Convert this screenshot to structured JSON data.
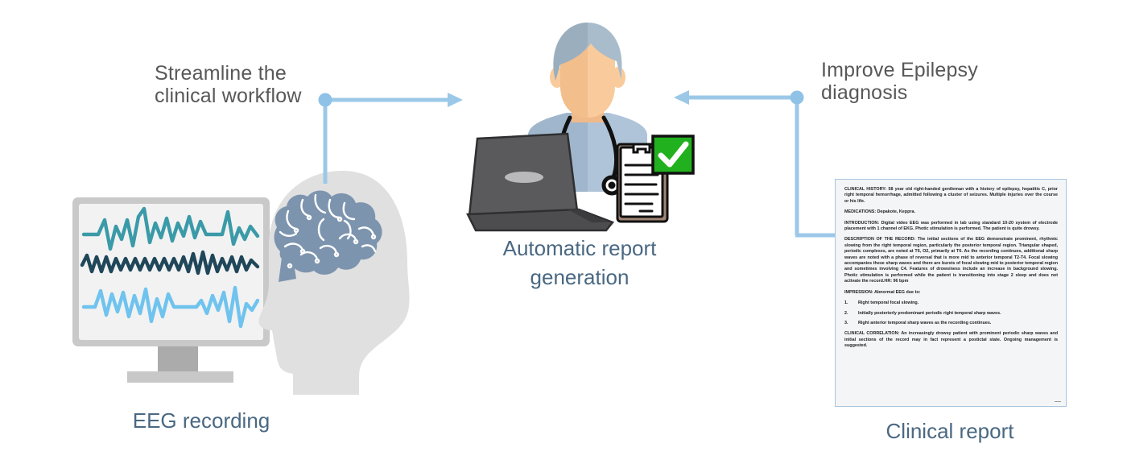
{
  "diagram": {
    "title_flow": "EEG to automatic clinical report generation",
    "colors": {
      "connector": "#9CC8E8",
      "caption_text": "#4A6882",
      "label_text": "#585858",
      "brain": "#7D94AE",
      "head": "#E0E0E0",
      "wave_teal": "#3A9AA8",
      "wave_navy": "#1F4659",
      "wave_lightblue": "#6FC3EE",
      "check_green": "#22B11E",
      "laptop": "#5A5A5C",
      "scrubs": "#AFC4D8",
      "skin": "#F9CB9C",
      "hair": "#A9BCCB",
      "report_border": "#A9C4DE",
      "report_bg": "#F3F5F7"
    }
  },
  "labels": {
    "streamline": "Streamline the\nclinical workflow",
    "improve": "Improve Epilepsy\ndiagnosis"
  },
  "captions": {
    "eeg": "EEG recording",
    "automatic": "Automatic report\ngeneration",
    "report": "Clinical report"
  },
  "icons": {
    "laptop": "laptop-icon",
    "clipboard": "clipboard-icon",
    "check_badge": "check-badge-icon",
    "brain": "brain-icon",
    "head": "head-silhouette-icon",
    "monitor": "monitor-icon",
    "doctor": "doctor-avatar-icon",
    "stethoscope": "stethoscope-icon",
    "arrow_right": "arrow-right-icon",
    "arrow_left": "arrow-left-icon"
  },
  "report": {
    "paragraphs": [
      "CLINICAL HISTORY: 58 year old right-handed gentleman with a history of epilepsy, hepatitis C, prior right temporal hemorrhage, admitted following a cluster of seizures. Multiple injuries over the course or his life.",
      "MEDICATIONS: Depakote, Keppra.",
      "INTRODUCTION: Digital video EEG was performed in lab using standard 10-20 system of electrode placement with 1 channel of EKG. Photic stimulation is performed. The patient is quite drowsy.",
      "DESCRIPTION OF THE RECORD: The initial sections of the EEG demonstrate prominent, rhythmic slowing from the right temporal region, particularly the posterior temporal region. Triangular shaped, periodic complexes, are noted at T6, O2, primarily at T6. As the recording continues, additional sharp waves are noted with a phase of reversal that is more mid to anterior temporal T2-T4. Focal slowing accompanies these sharp waves and there are bursts of focal slowing mid to posterior temporal region and sometimes involving C4. Features of drowsiness include an increase in background slowing. Photic stimulation is performed while the patient is transitioning into stage 2 sleep and does not activate the record.HR: 96 bpm",
      "IMPRESSION: Abnormal EEG due to:"
    ],
    "impression_items": [
      {
        "num": "1.",
        "text": "Right temporal focal slowing."
      },
      {
        "num": "2.",
        "text": "Initially posteriorly predominant periodic right temporal sharp waves."
      },
      {
        "num": "3.",
        "text": "Right anterior temporal sharp waves as the recording continues."
      }
    ],
    "closing": "CLINICAL CORRELATION: An increasingly drowsy patient with prominent periodic sharp waves and initial sections of the record may in fact represent a postictal state. Ongoing management is suggested."
  }
}
